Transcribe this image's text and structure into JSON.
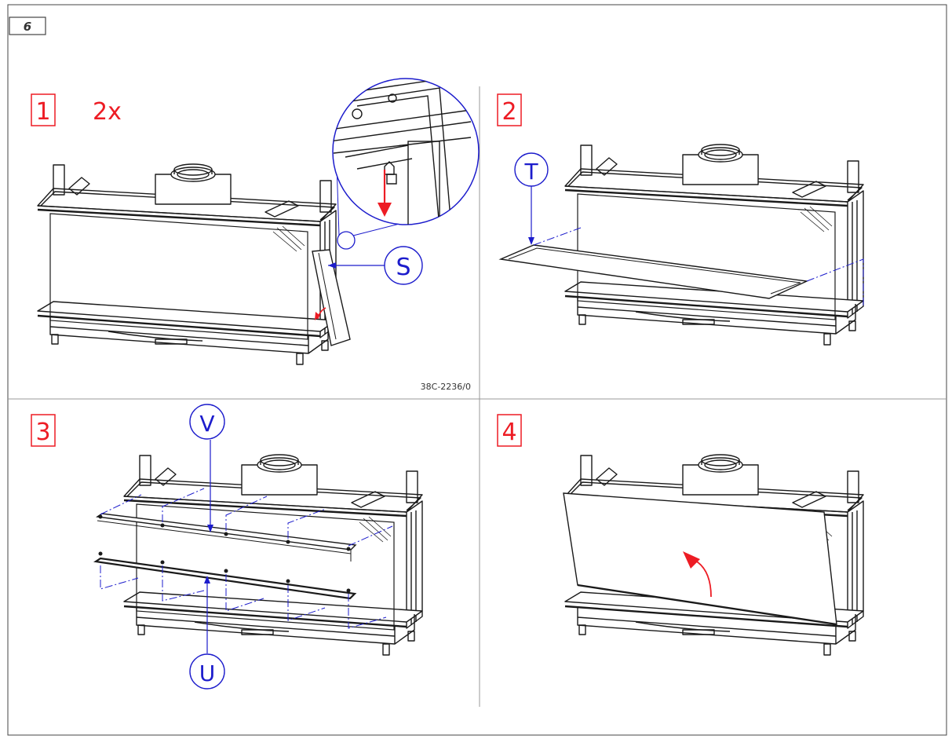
{
  "page_badge": "6",
  "colors": {
    "step_red": "#ed1c24",
    "callout_blue": "#1c1ccc",
    "line_dark": "#1a1a1a",
    "divider_gray": "#999999"
  },
  "steps": [
    {
      "number": "1",
      "note": "2x",
      "callouts": [
        "S"
      ],
      "drawing_code": "38C-2236/0"
    },
    {
      "number": "2",
      "callouts": [
        "T"
      ]
    },
    {
      "number": "3",
      "callouts": [
        "V",
        "U"
      ]
    },
    {
      "number": "4",
      "callouts": []
    }
  ]
}
